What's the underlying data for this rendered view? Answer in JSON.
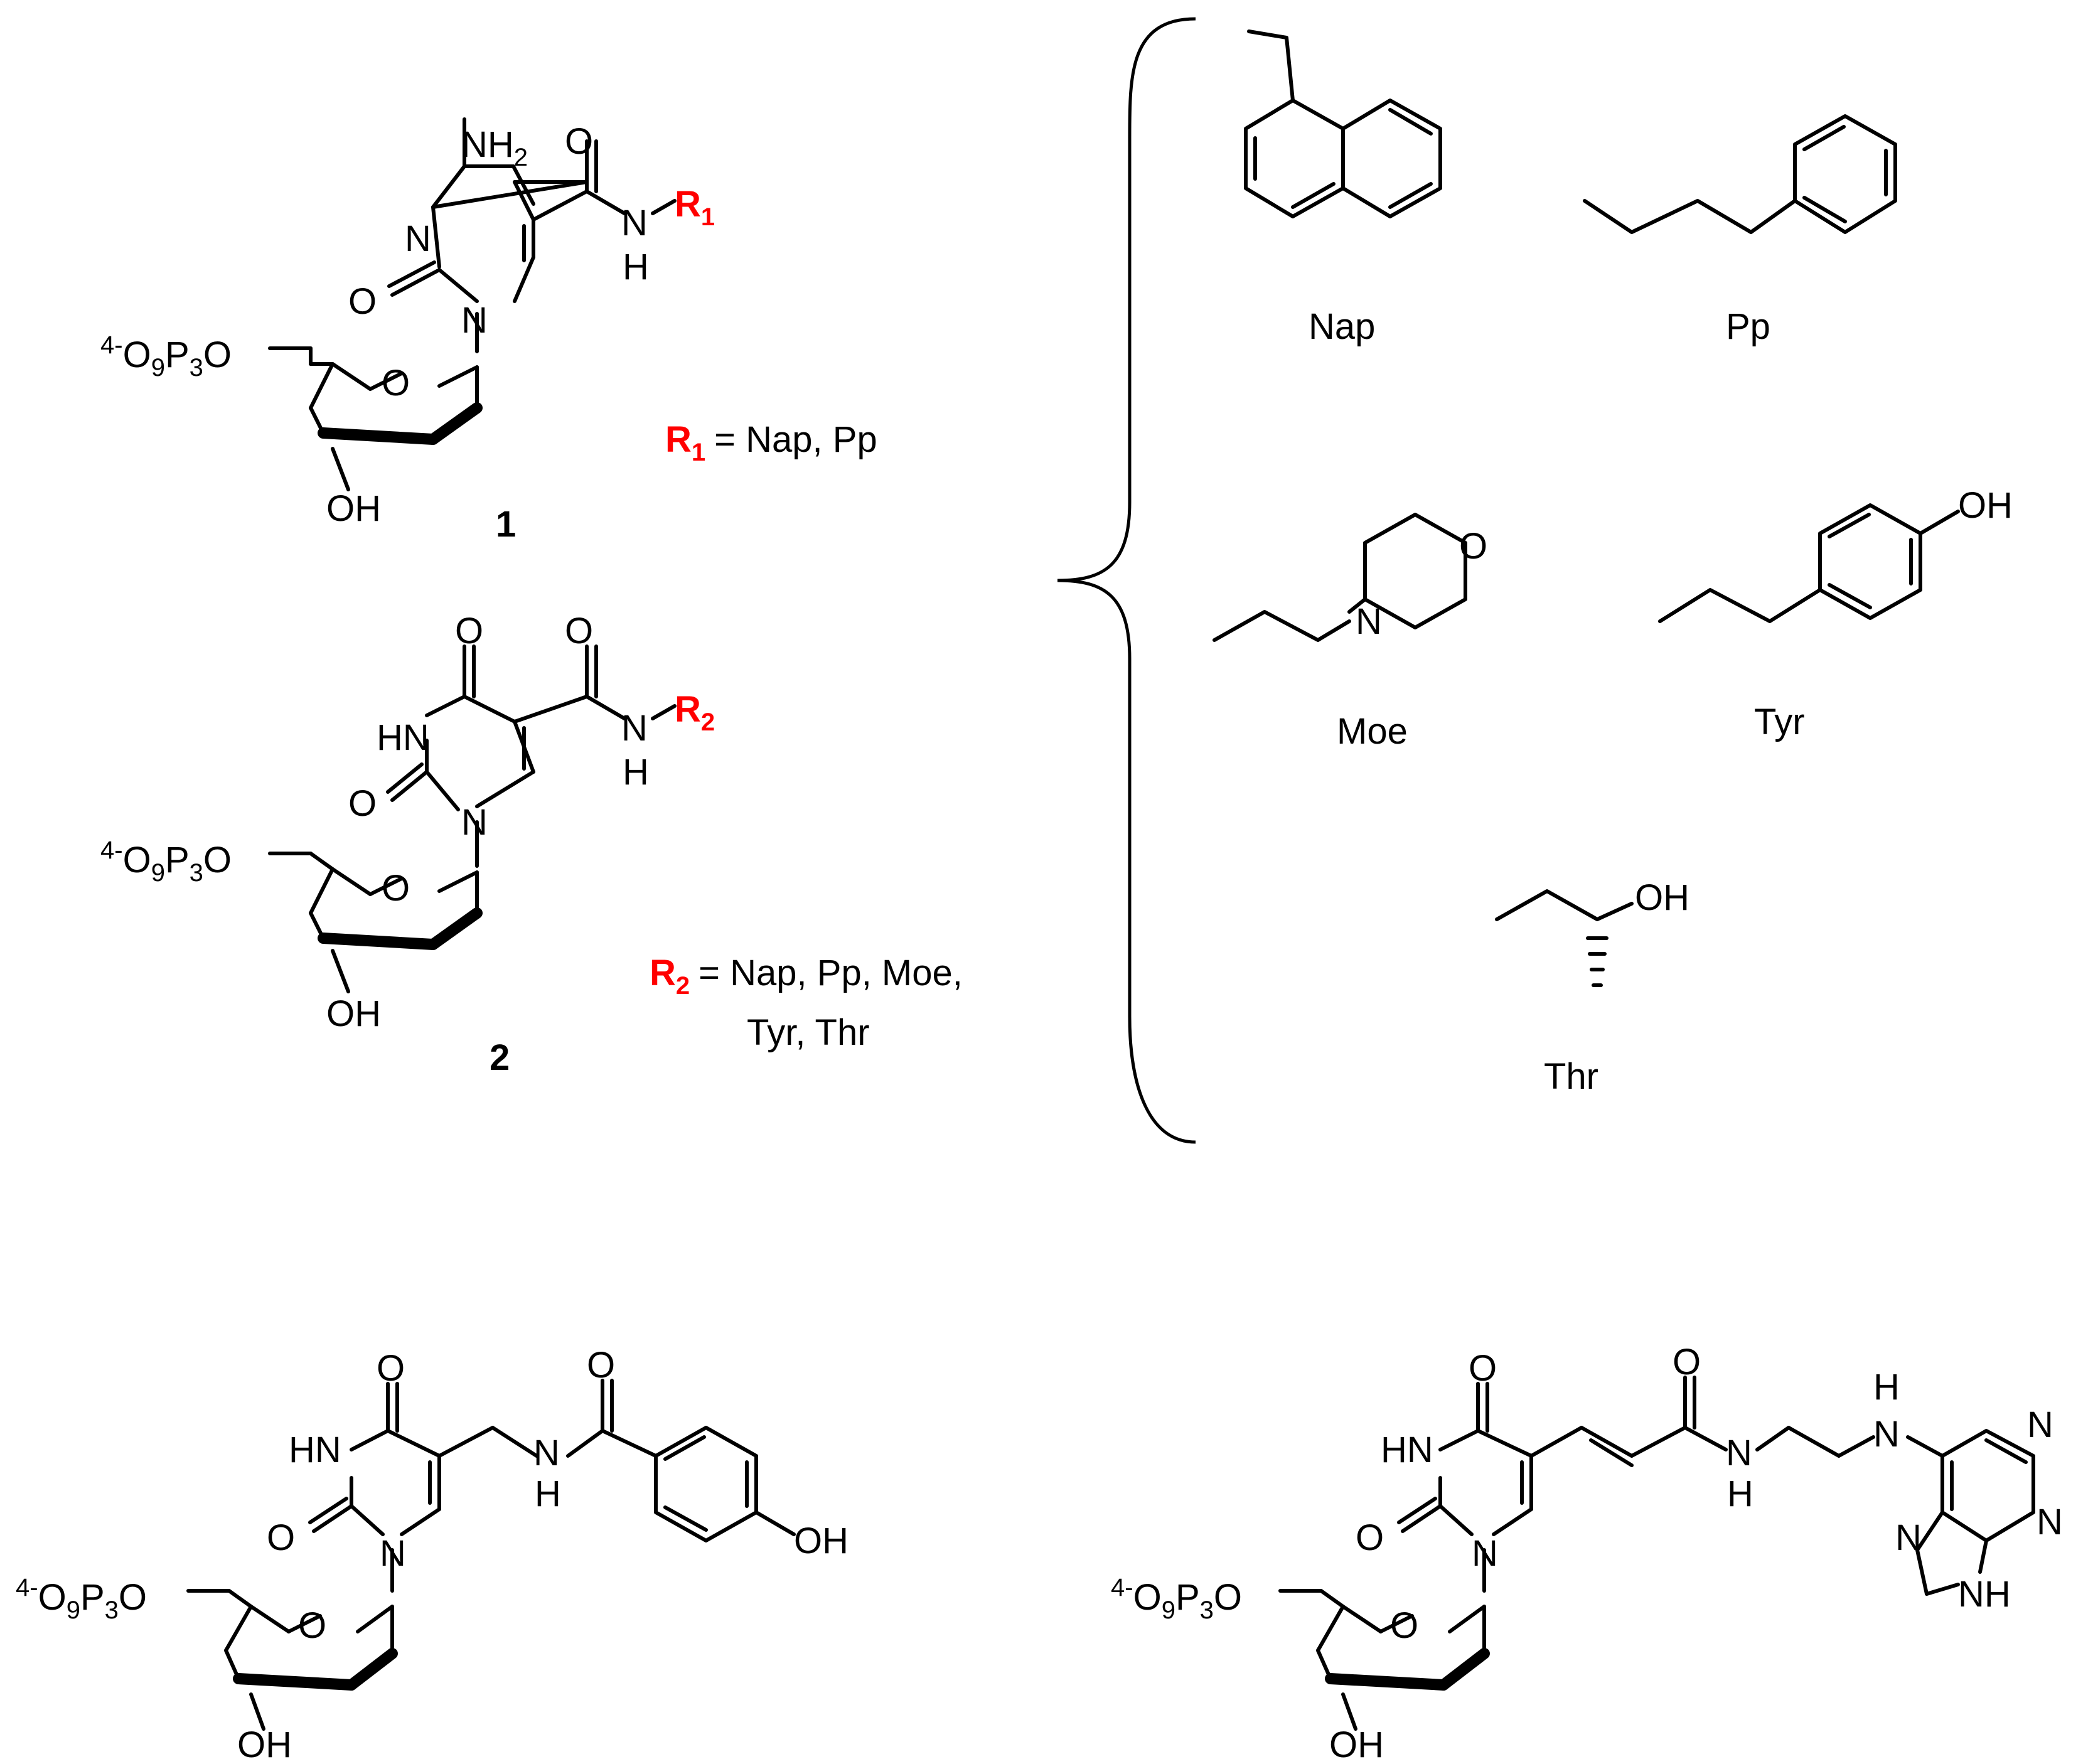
{
  "compound_1": {
    "number": "1",
    "nh2": "NH",
    "nh2_sub": "2",
    "r_group": "R",
    "r_sub": "1",
    "r_definition": "= Nap, Pp"
  },
  "compound_2": {
    "number": "2",
    "r_group": "R",
    "r_sub": "2",
    "r_definition_line1": "= Nap, Pp, Moe,",
    "r_definition_line2": "Tyr,  Thr"
  },
  "atoms": {
    "N": "N",
    "H": "H",
    "O": "O",
    "OH": "OH",
    "HN": "HN",
    "NH": "NH",
    "triphosphate_charge": "4-",
    "triphosphate_O": "O",
    "triphosphate_O_sub": "9",
    "triphosphate_P": "P",
    "triphosphate_P_sub": "3",
    "triphosphate_tail": "O"
  },
  "substituents": [
    {
      "key": "nap",
      "label": "Nap"
    },
    {
      "key": "pp",
      "label": "Pp"
    },
    {
      "key": "moe",
      "label": "Moe"
    },
    {
      "key": "tyr",
      "label": "Tyr"
    },
    {
      "key": "thr",
      "label": "Thr"
    }
  ],
  "colors": {
    "r_group": "#ff0000",
    "bonds": "#000000"
  }
}
